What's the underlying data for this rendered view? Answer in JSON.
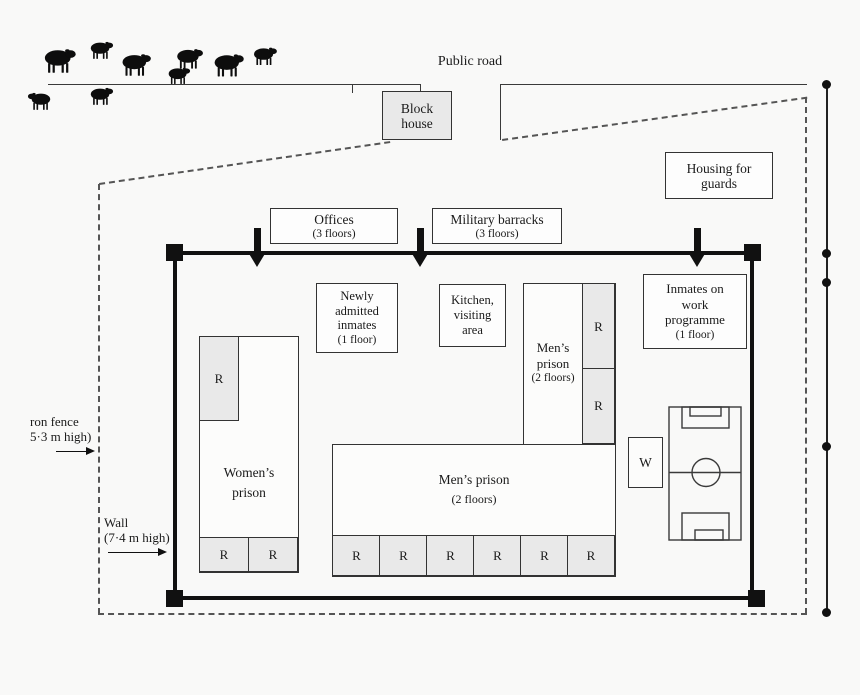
{
  "road": {
    "label": "Public road"
  },
  "block_house": {
    "line1": "Block",
    "line2": "house"
  },
  "housing_guards": {
    "line1": "Housing for",
    "line2": "guards"
  },
  "offices": {
    "name": "Offices",
    "floors": "(3 floors)"
  },
  "barracks": {
    "name": "Military barracks",
    "floors": "(3 floors)"
  },
  "newly_admitted": {
    "line1": "Newly",
    "line2": "admitted",
    "line3": "inmates",
    "floors": "(1 floor)"
  },
  "kitchen": {
    "line1": "Kitchen,",
    "line2": "visiting",
    "line3": "area"
  },
  "inmates_work": {
    "line1": "Inmates on",
    "line2": "work",
    "line3": "programme",
    "floors": "(1 floor)"
  },
  "womens_prison": {
    "line1": "Women’s",
    "line2": "prison"
  },
  "mens_prison_tower": {
    "line1": "Men’s",
    "line2": "prison",
    "floors": "(2 floors)"
  },
  "mens_prison_main": {
    "name": "Men’s prison",
    "floors": "(2 floors)"
  },
  "room_label": "R",
  "washhouse_label": "W",
  "iron_fence_label": {
    "line1": "ron fence",
    "line2": "5·3 m high)"
  },
  "wall_label": {
    "line1": "Wall",
    "line2": "(7·4 m high)"
  },
  "colors": {
    "ink": "#111111",
    "line": "#3a3a3a",
    "room_fill": "#e9e9e9",
    "background": "#f9f9f8"
  }
}
